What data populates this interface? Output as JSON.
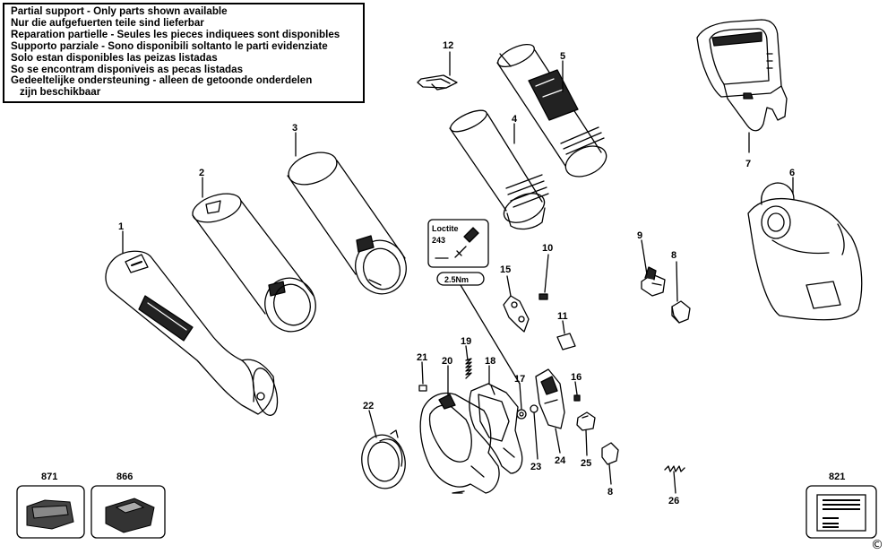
{
  "notice": {
    "lines": [
      "Partial support - Only parts shown available",
      "Nur die aufgefuerten teile sind lieferbar",
      "Reparation partielle - Seules les pieces indiquees sont disponibles",
      "Supporto parziale - Sono disponibili soltanto le parti evidenziate",
      "Solo estan disponibles las peizas listadas",
      "So se encontram disponiveis as pecas listadas",
      "Gedeeltelijke ondersteuning - alleen de getoonde onderdelen",
      "zijn beschikbaar"
    ]
  },
  "callouts": {
    "loctite_label": "Loctite",
    "loctite_number": "243",
    "torque": "2.5Nm"
  },
  "parts": {
    "p1": "1",
    "p2": "2",
    "p3": "3",
    "p4": "4",
    "p5": "5",
    "p6": "6",
    "p7": "7",
    "p8a": "8",
    "p8b": "8",
    "p9": "9",
    "p10": "10",
    "p11": "11",
    "p12": "12",
    "p15": "15",
    "p16": "16",
    "p17": "17",
    "p18": "18",
    "p19": "19",
    "p20": "20",
    "p21": "21",
    "p22": "22",
    "p23": "23",
    "p24": "24",
    "p25": "25",
    "p26": "26",
    "p821": "821",
    "p866": "866",
    "p871": "871"
  },
  "copyright": "©"
}
